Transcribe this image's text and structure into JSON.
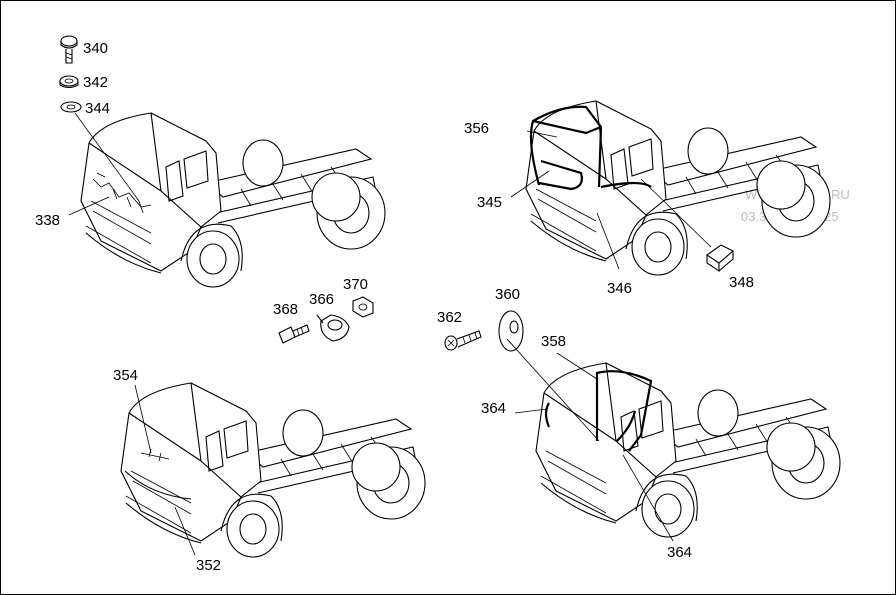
{
  "watermark": {
    "line1": "WWW.LOPTS.RU",
    "line2": "03.31.2025.2025"
  },
  "callouts": {
    "c340": "340",
    "c342": "342",
    "c344": "344",
    "c338": "338",
    "c356": "356",
    "c345": "345",
    "c346": "346",
    "c348": "348",
    "c368": "368",
    "c366": "366",
    "c370": "370",
    "c362": "362",
    "c360": "360",
    "c358": "358",
    "c354": "354",
    "c364a": "364",
    "c364b": "364",
    "c352": "352"
  }
}
